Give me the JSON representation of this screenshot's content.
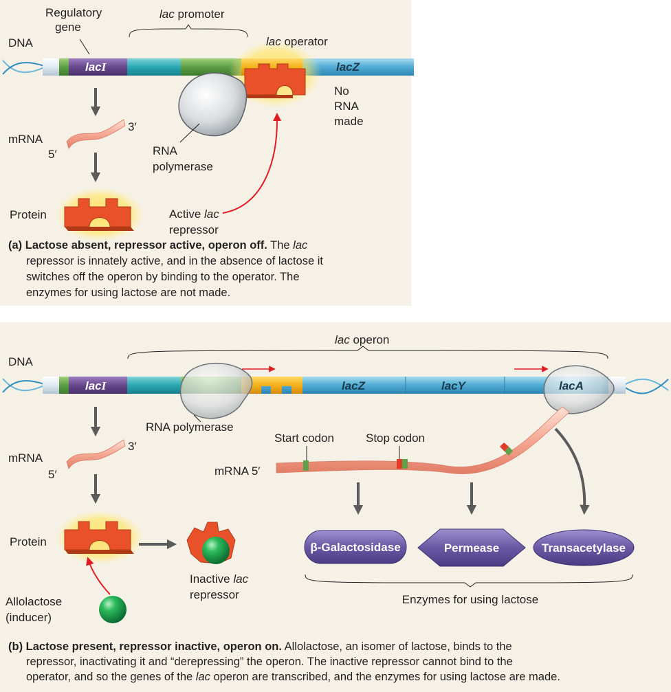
{
  "panel_a": {
    "dna_label": "DNA",
    "regulatory_gene_label_1": "Regulatory",
    "regulatory_gene_label_2": "gene",
    "promoter_label_italic": "lac",
    "promoter_label_rest": " promoter",
    "operator_label_italic": "lac",
    "operator_label_rest": " operator",
    "lacI_label_1": "lac",
    "lacI_label_2": "I",
    "lacZ_label": "lacZ",
    "no_rna_1": "No",
    "no_rna_2": "RNA",
    "no_rna_3": "made",
    "mrna_label": "mRNA",
    "three_prime": "3′",
    "five_prime": "5′",
    "rna_pol_1": "RNA",
    "rna_pol_2": "polymerase",
    "protein_label": "Protein",
    "active_repressor_1a": "Active ",
    "active_repressor_1b": "lac",
    "active_repressor_2": "repressor",
    "caption_bold": "(a) Lactose absent, repressor active, operon off.",
    "caption_l1_rest": " The ",
    "caption_l1_italic": "lac",
    "caption_l2": "repressor is innately active, and in the absence of lactose it",
    "caption_l3": "switches off the operon by binding to the operator. The",
    "caption_l4": "enzymes for using lactose are not made."
  },
  "panel_b": {
    "dna_label": "DNA",
    "operon_label_italic": "lac",
    "operon_label_rest": " operon",
    "lacI_label_1": "lac",
    "lacI_label_2": "I",
    "lacZ_label": "lacZ",
    "lacY_label": "lacY",
    "lacA_label": "lacA",
    "rna_pol": "RNA polymerase",
    "start_codon": "Start codon",
    "stop_codon": "Stop codon",
    "mrna_label": "mRNA",
    "three_prime": "3′",
    "five_prime": "5′",
    "mrna5_label": "mRNA 5′",
    "protein_label": "Protein",
    "inactive_repressor_1a": "Inactive ",
    "inactive_repressor_1b": "lac",
    "inactive_repressor_2": "repressor",
    "allolactose_1": "Allolactose",
    "allolactose_2": "(inducer)",
    "enzyme_1": "β-Galactosidase",
    "enzyme_2": "Permease",
    "enzyme_3": "Transacetylase",
    "enzymes_label": "Enzymes for using lactose",
    "caption_bold": "(b) Lactose present, repressor inactive, operon on.",
    "caption_l1_rest": " Allolactose, an isomer of lactose, binds to the",
    "caption_l2": "repressor, inactivating it and “derepressing” the operon. The inactive repressor cannot bind to the",
    "caption_l3a": "operator, and so the genes of the ",
    "caption_l3_italic": "lac",
    "caption_l3b": " operon are transcribed, and the enzymes for using lactose are made."
  },
  "colors": {
    "panel_bg": "#f6f1e7",
    "dna_blue": "#5fb6d8",
    "lacI_purple": "#6b4c8e",
    "promoter_teal": "#2aa9b4",
    "promoter_green": "#5fa04a",
    "operator_yellow": "#f6b81a",
    "repressor_red": "#e8512a",
    "enzyme_purple": "#6b5aa6",
    "mrna_pink": "#f4a996",
    "allolactose_green": "#21a54f"
  }
}
